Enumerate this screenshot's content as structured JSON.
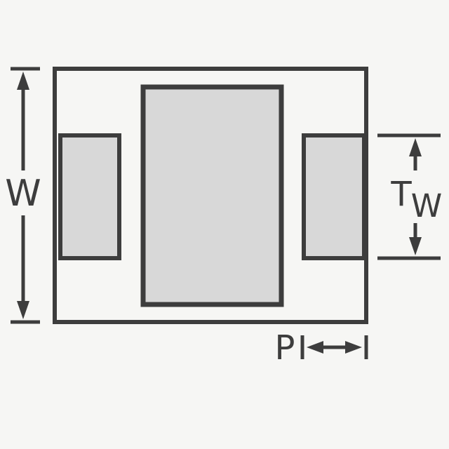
{
  "diagram": {
    "labels": {
      "overall_width": "W",
      "terminal_width_main": "T",
      "terminal_width_sub": "W",
      "pitch": "P"
    },
    "colors": {
      "background": "#f6f6f4",
      "line": "#3d3d3d",
      "pad_fill": "#d8d8d8"
    }
  }
}
